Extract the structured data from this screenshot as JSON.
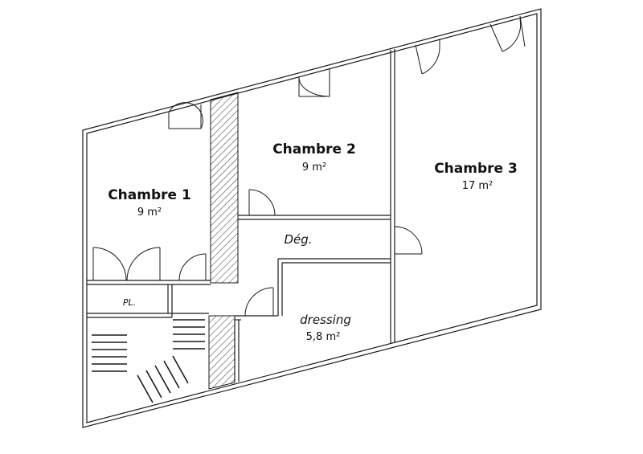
{
  "rooms": {
    "chambre1": {
      "name": "Chambre 1",
      "area": "9 m²"
    },
    "chambre2": {
      "name": "Chambre 2",
      "area": "9 m²"
    },
    "chambre3": {
      "name": "Chambre 3",
      "area": "17 m²"
    },
    "deg": {
      "name": "Dég."
    },
    "dressing": {
      "name": "dressing",
      "area": "5,8 m²"
    },
    "placard": {
      "name": "PL."
    }
  },
  "colors": {
    "line": "#1a1a1a",
    "background": "#ffffff"
  }
}
